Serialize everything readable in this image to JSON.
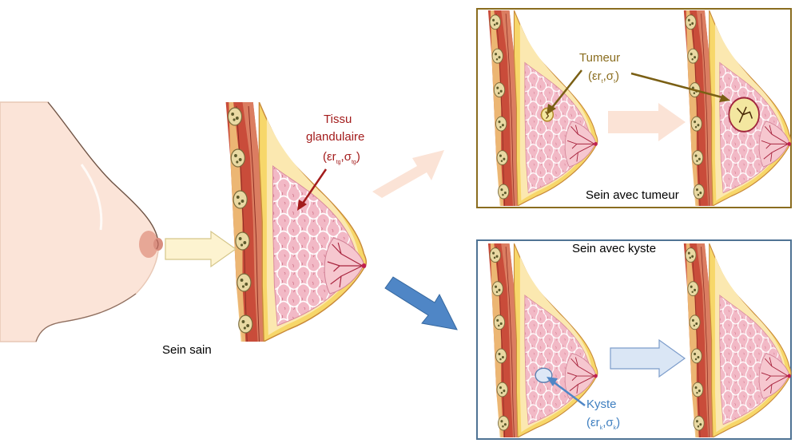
{
  "healthy": {
    "caption": "Sein sain",
    "tissue_label_line1": "Tissu",
    "tissue_label_line2": "glandulaire",
    "tissue_param": "(εr",
    "tissue_sub": "tg",
    "tissue_sigma": ",σ",
    "tissue_sigma_sub": "tg",
    "tissue_close": ")"
  },
  "tumor_panel": {
    "caption": "Sein avec tumeur",
    "label": "Tumeur",
    "param": "(εr",
    "sub": "t",
    "sigma": ",σ",
    "sigma_sub": "t",
    "close": ")"
  },
  "cyst_panel": {
    "caption": "Sein avec kyste",
    "label": "Kyste",
    "param": "(εr",
    "sub": "k",
    "sigma": ",σ",
    "sigma_sub": "k",
    "close": ")"
  },
  "colors": {
    "tumor_border": "#8a6d1f",
    "cyst_border": "#4f7394",
    "tissue_label": "#a31c1c",
    "tumor_label": "#8a6d1f",
    "cyst_label": "#3f7fc0",
    "arrow_yellow": "#fdf3d0",
    "arrow_peach": "#fbe3d6",
    "arrow_blue": "#4f86c6",
    "arrow_lightblue": "#dae6f5"
  }
}
